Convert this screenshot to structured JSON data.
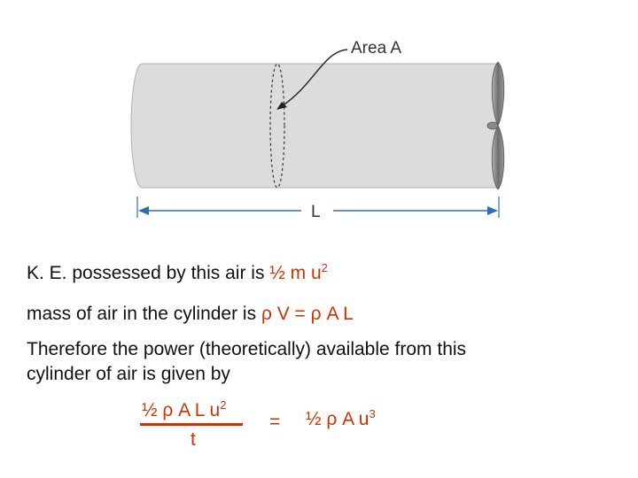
{
  "diagram": {
    "area_label": "Area A",
    "length_label": "L",
    "colors": {
      "cylinder_fill": "#dcdcdc",
      "cylinder_stroke": "#aaaaaa",
      "propeller": "#777777",
      "dimension_line": "#2a6fb5",
      "annotation": "#222222"
    }
  },
  "text": {
    "ke_line": {
      "prefix": "K. E. possessed by this air is ",
      "expr": "½ m u",
      "exp": "2"
    },
    "mass_line": {
      "prefix": "mass of air in the cylinder is ",
      "expr": "ρ V = ρ A L"
    },
    "therefore_line1": "Therefore the power (theoretically) available from this",
    "therefore_line2": "cylinder of air is given by",
    "equation": {
      "numerator": "½ ρ A L u",
      "numerator_exp": "2",
      "denominator": "t",
      "equals": "=",
      "rhs": "½ ρ A u",
      "rhs_exp": "3"
    }
  },
  "accent_color": "#cc3300"
}
